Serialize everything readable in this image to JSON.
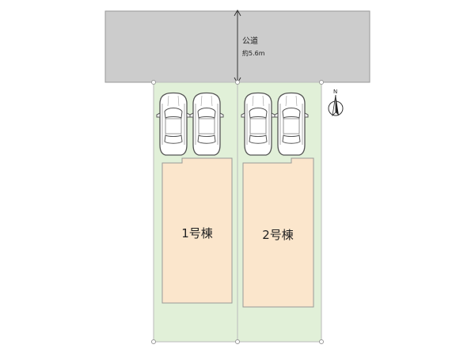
{
  "road": {
    "label": "公道",
    "width_prefix": "約",
    "width_value": "5.6",
    "width_unit": "m",
    "color": "#cccccc"
  },
  "lots": [
    {
      "name": "1号棟",
      "cars": 2
    },
    {
      "name": "2号棟",
      "cars": 2
    }
  ],
  "compass": {
    "label": "N"
  },
  "colors": {
    "lot_fill": "#e1f0d8",
    "lot_border": "#bbbbbb",
    "building_fill": "#fbe6cc",
    "building_border": "#999999",
    "car_outline": "#555555",
    "car_fill": "#ffffff"
  }
}
